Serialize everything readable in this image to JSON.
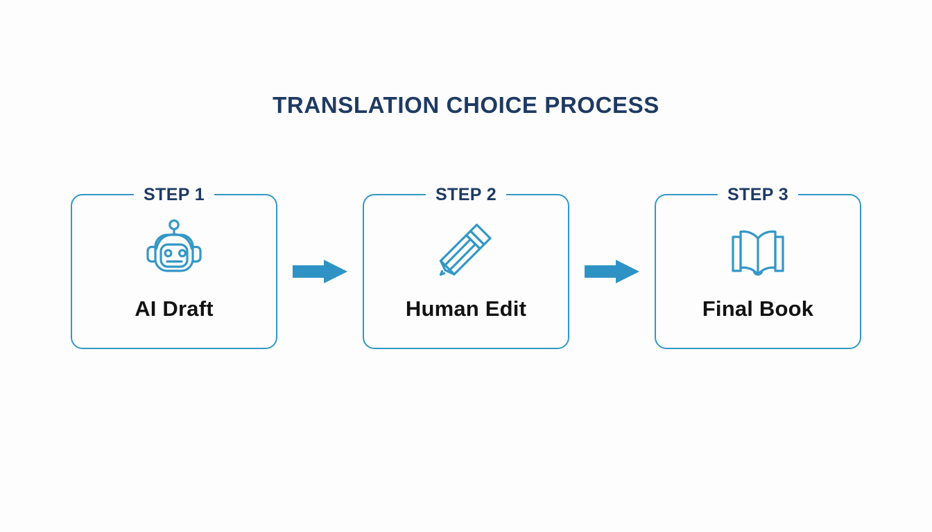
{
  "page": {
    "title": "TRANSLATION CHOICE PROCESS",
    "background_color": "#fdfdfd",
    "accent_color": "#3397c6",
    "arrow_color": "#2e93c4",
    "title_color": "#1e3a63",
    "label_color": "#121212"
  },
  "steps": [
    {
      "legend": "STEP 1",
      "label": "AI Draft",
      "icon": "robot-icon"
    },
    {
      "legend": "STEP 2",
      "label": "Human Edit",
      "icon": "pencil-icon"
    },
    {
      "legend": "STEP 3",
      "label": "Final Book",
      "icon": "open-book-icon"
    }
  ],
  "connectors": [
    {
      "icon": "arrow-right-icon"
    },
    {
      "icon": "arrow-right-icon"
    }
  ]
}
